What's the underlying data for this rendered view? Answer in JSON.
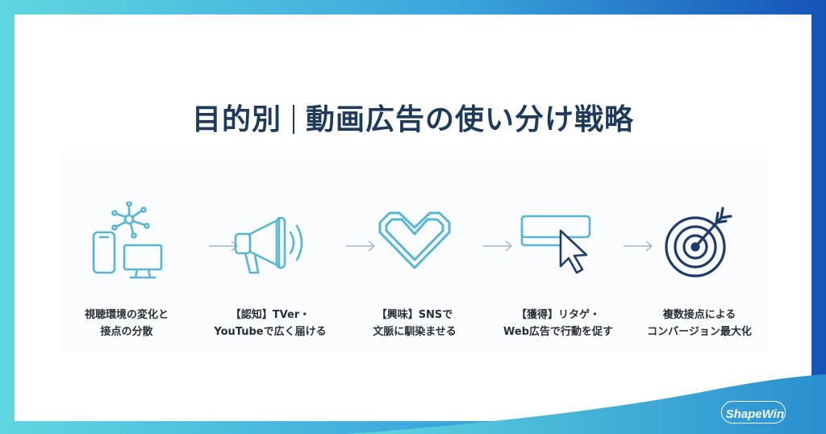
{
  "title": {
    "main": "目的別",
    "sub": "動画広告の使い分け戦略"
  },
  "steps": [
    {
      "line1": "視聴環境の変化と",
      "line2": "接点の分散",
      "icon": "devices-network-icon"
    },
    {
      "line1": "【認知】TVer・",
      "line2": "YouTubeで広く届ける",
      "icon": "megaphone-icon"
    },
    {
      "line1": "【興味】SNSで",
      "line2": "文脈に馴染ませる",
      "icon": "heart-icon"
    },
    {
      "line1": "【獲得】リタゲ・",
      "line2": "Web広告で行動を促す",
      "icon": "click-cursor-icon"
    },
    {
      "line1": "複数接点による",
      "line2": "コンバージョン最大化",
      "icon": "target-icon"
    }
  ],
  "brand": {
    "name": "ShapeWin"
  },
  "colors": {
    "icon": "#55b6d6",
    "iconDark": "#1f3b6e",
    "title": "#1f3b5c"
  }
}
